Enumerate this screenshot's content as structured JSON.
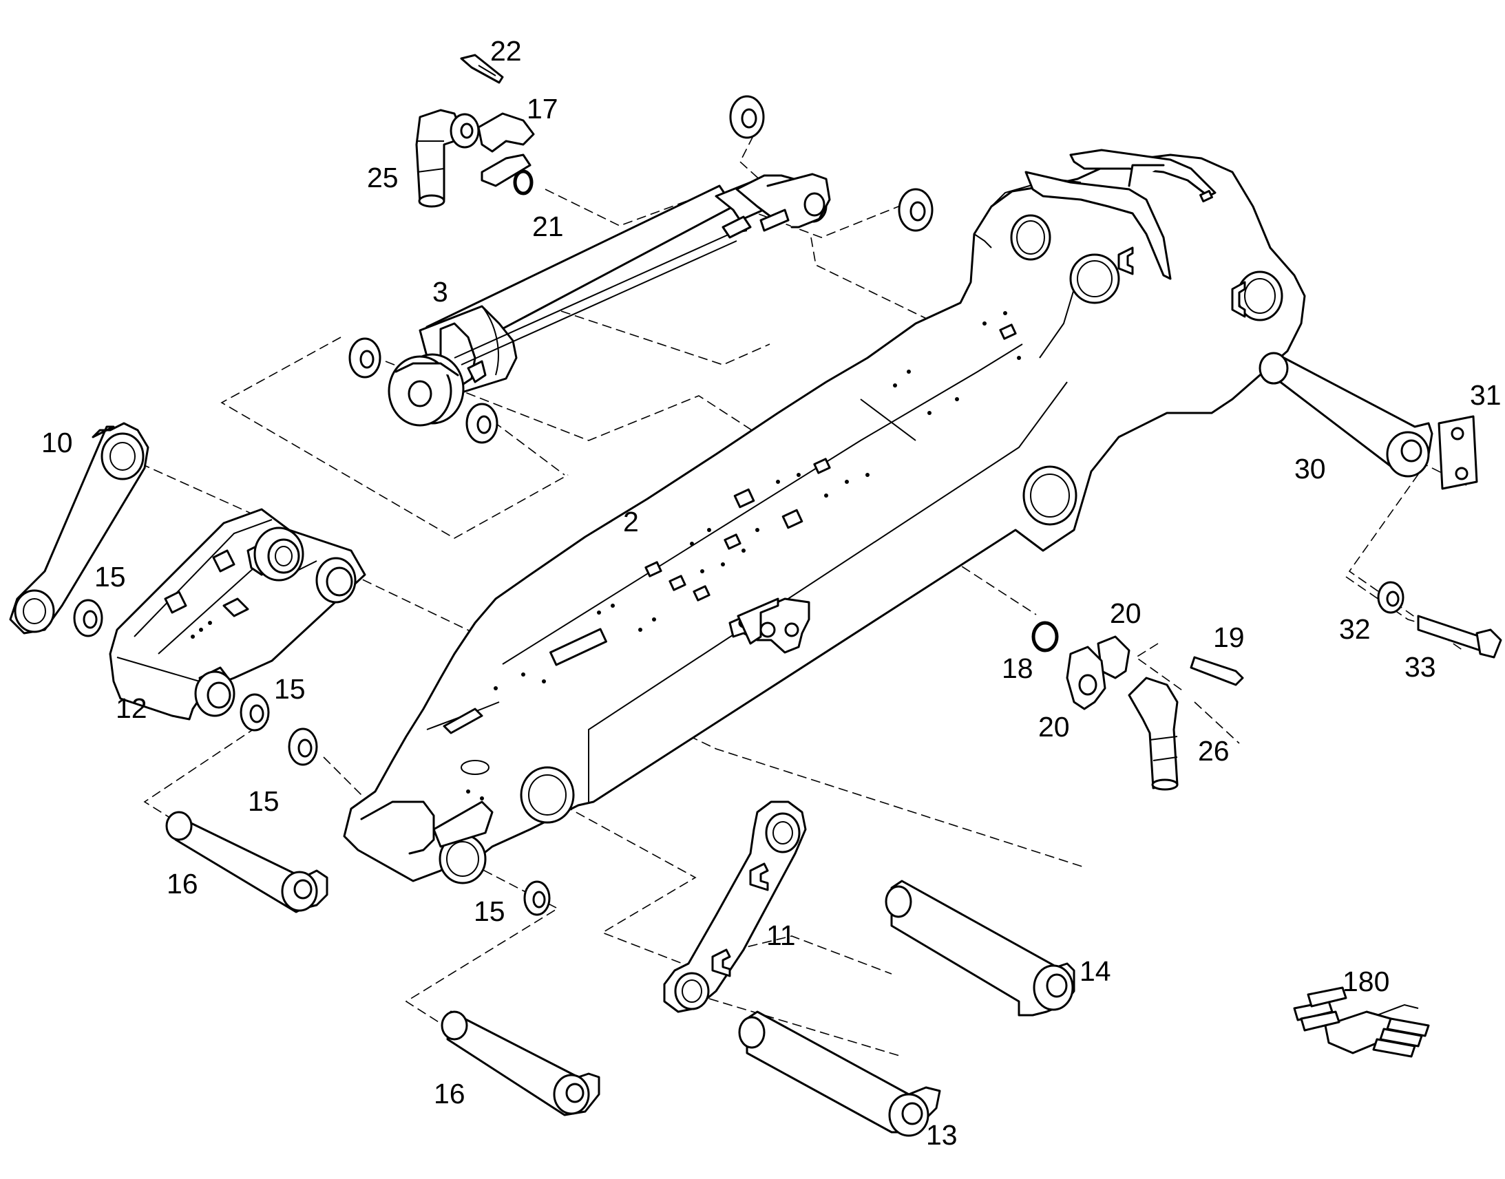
{
  "diagram": {
    "type": "exploded-parts-view",
    "callouts": {
      "c2": "2",
      "c3": "3",
      "c10": "10",
      "c11": "11",
      "c12": "12",
      "c13": "13",
      "c14": "14",
      "c15a": "15",
      "c15b": "15",
      "c15c": "15",
      "c15d": "15",
      "c16a": "16",
      "c16b": "16",
      "c17": "17",
      "c18": "18",
      "c19": "19",
      "c20a": "20",
      "c20b": "20",
      "c21": "21",
      "c22": "22",
      "c25": "25",
      "c26": "26",
      "c30": "30",
      "c31": "31",
      "c32": "32",
      "c33": "33",
      "c180": "180"
    }
  }
}
